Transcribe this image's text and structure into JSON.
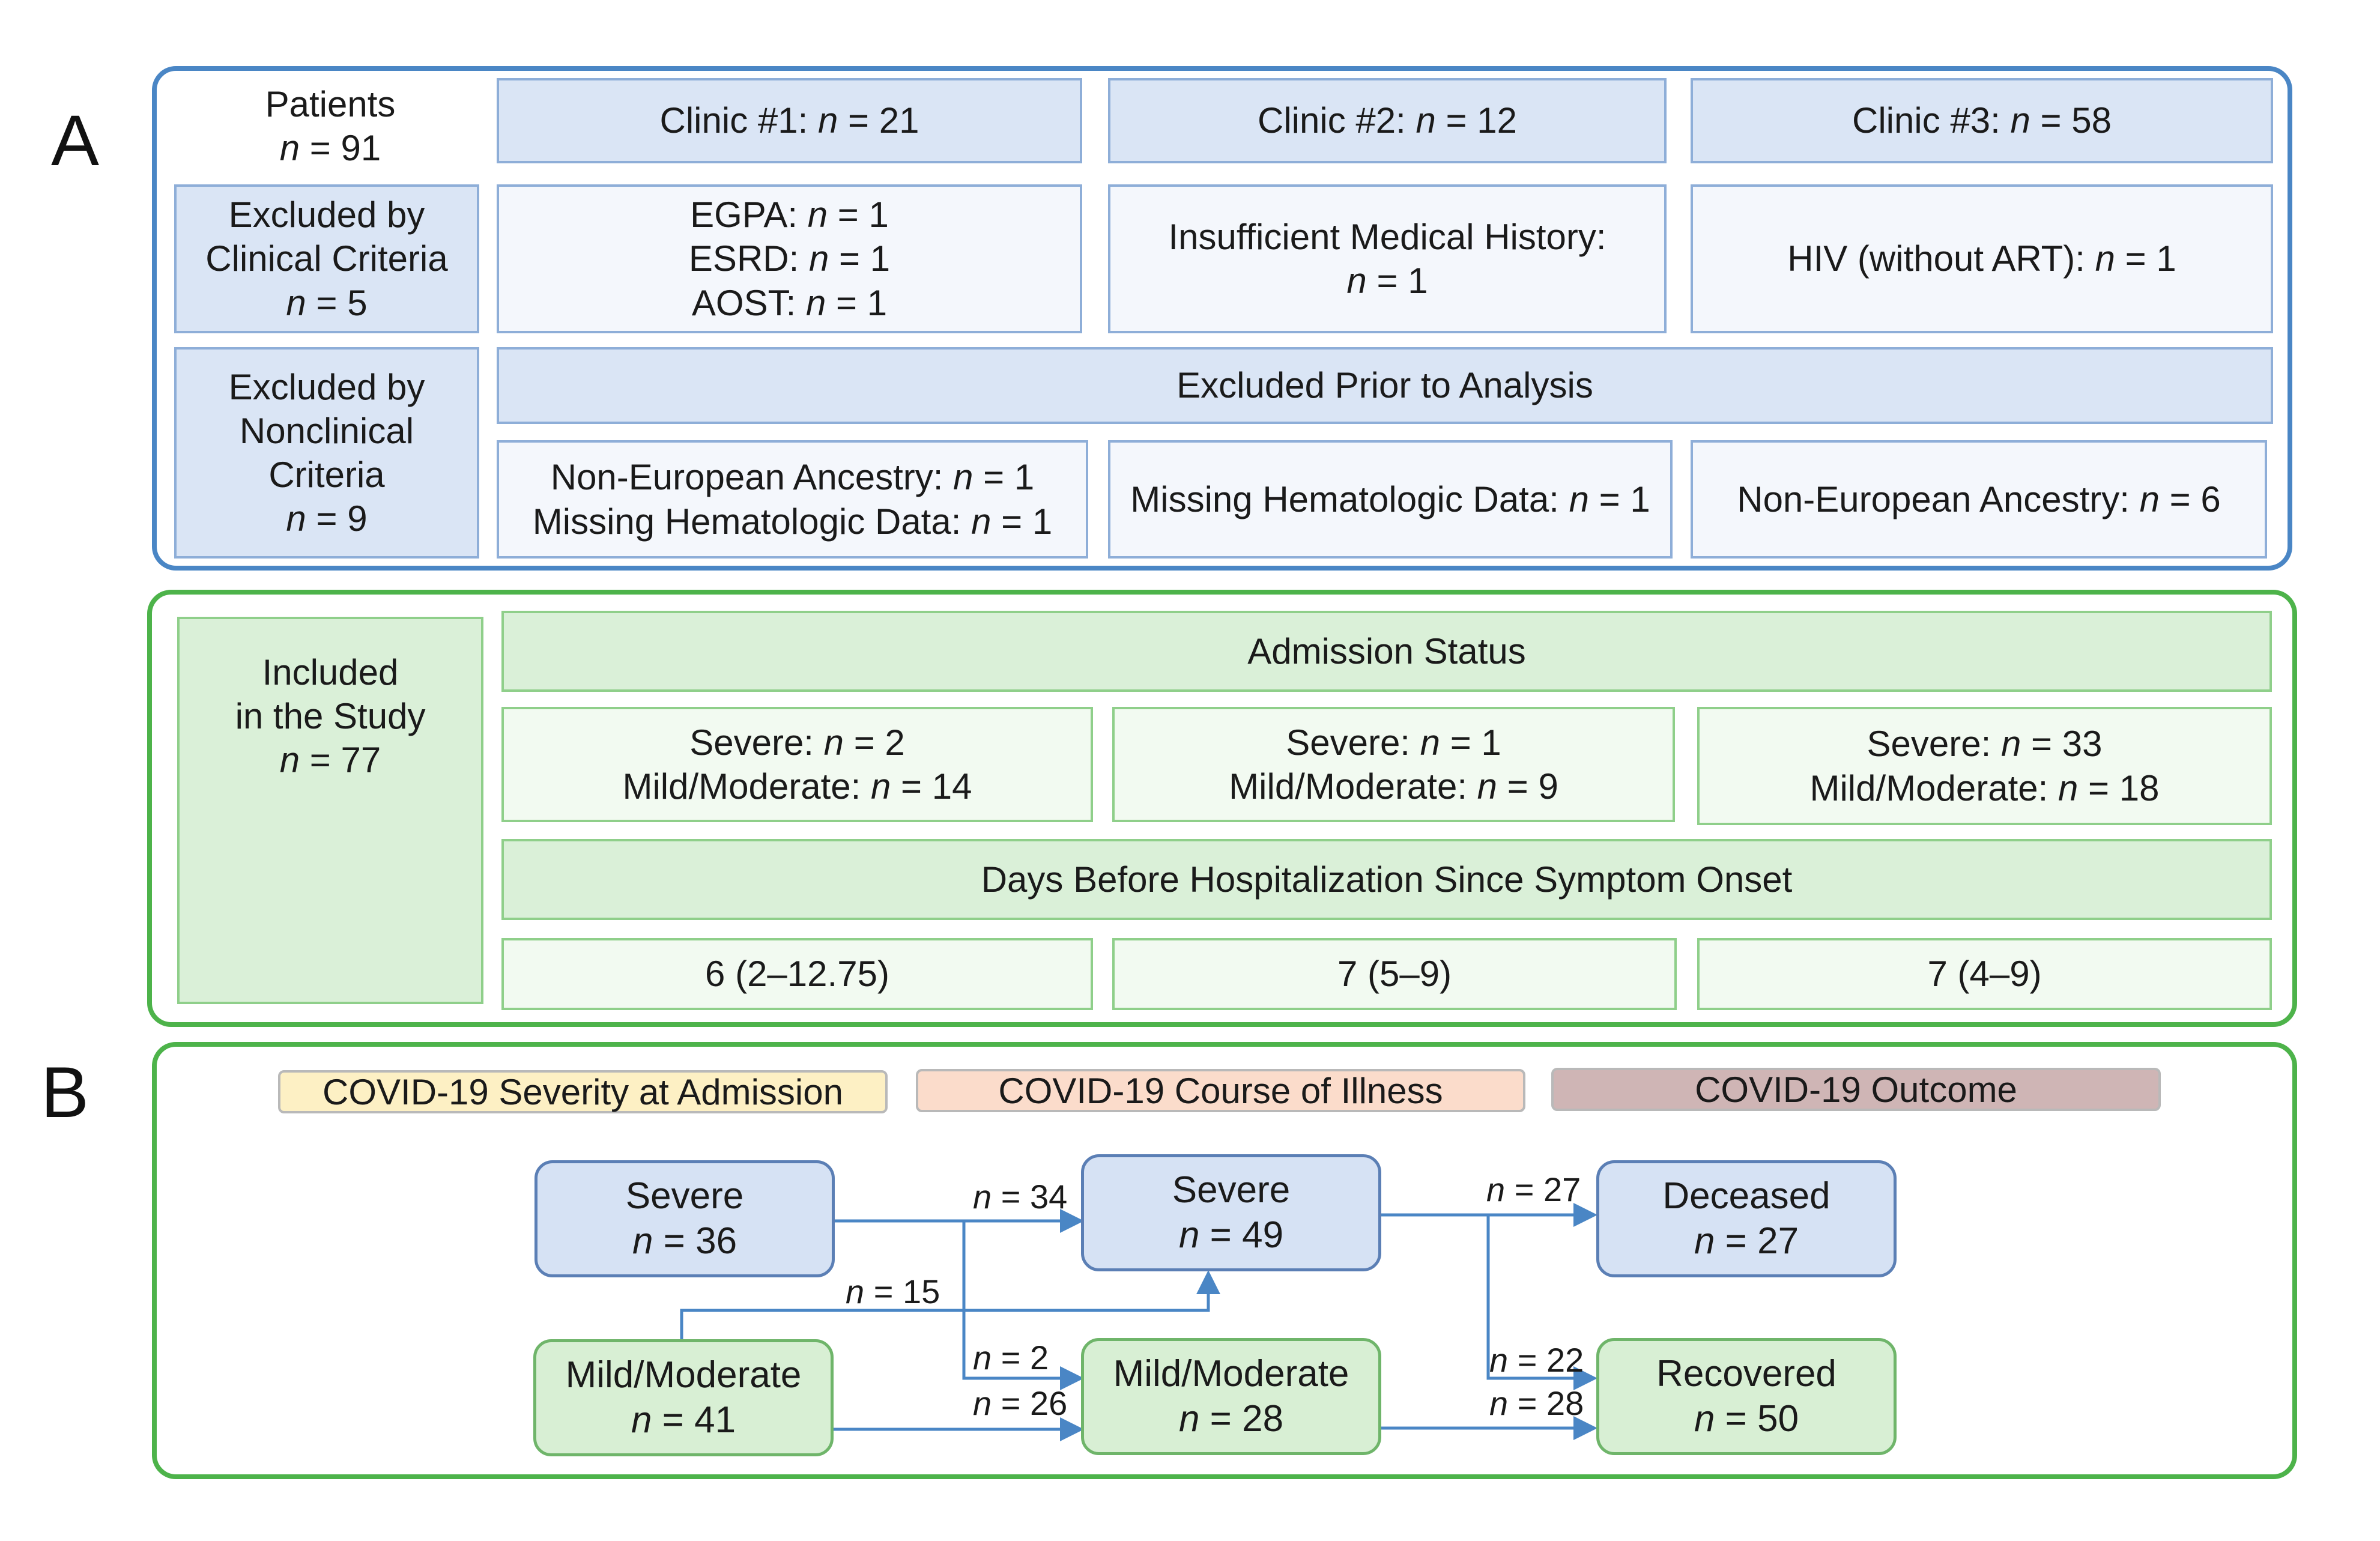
{
  "panels": {
    "a_label": "A",
    "b_label": "B"
  },
  "panel_a": {
    "patients": {
      "title": "Patients",
      "n": "91"
    },
    "clinics": [
      {
        "label": "Clinic #1:",
        "n": "21"
      },
      {
        "label": "Clinic #2:",
        "n": "12"
      },
      {
        "label": "Clinic #3:",
        "n": "58"
      }
    ],
    "excluded_clinical": {
      "line1": "Excluded by",
      "line2": "Clinical Criteria",
      "n": "5"
    },
    "clinical_reasons": {
      "clinic1": [
        {
          "label": "EGPA:",
          "n": "1"
        },
        {
          "label": "ESRD:",
          "n": "1"
        },
        {
          "label": "AOST:",
          "n": "1"
        }
      ],
      "clinic2": {
        "label": "Insufficient Medical History:",
        "n": "1"
      },
      "clinic3": {
        "label": "HIV (without ART):",
        "n": "1"
      }
    },
    "excluded_nonclinical": {
      "line1": "Excluded by",
      "line2": "Nonclinical",
      "line3": "Criteria",
      "n": "9"
    },
    "excluded_prior_header": "Excluded Prior to Analysis",
    "nonclinical_reasons": {
      "clinic1": [
        {
          "label": "Non-European Ancestry:",
          "n": "1"
        },
        {
          "label": "Missing Hematologic Data:",
          "n": "1"
        }
      ],
      "clinic2": {
        "label": "Missing Hematologic Data:",
        "n": "1"
      },
      "clinic3": {
        "label": "Non-European Ancestry:",
        "n": "6"
      }
    },
    "included": {
      "line1": "Included",
      "line2": "in the Study",
      "n": "77"
    },
    "admission_header": "Admission Status",
    "admission": [
      {
        "severe_label": "Severe:",
        "severe_n": "2",
        "mild_label": "Mild/Moderate:",
        "mild_n": "14"
      },
      {
        "severe_label": "Severe:",
        "severe_n": "1",
        "mild_label": "Mild/Moderate:",
        "mild_n": "9"
      },
      {
        "severe_label": "Severe:",
        "severe_n": "33",
        "mild_label": "Mild/Moderate:",
        "mild_n": "18"
      }
    ],
    "days_header": "Days Before Hospitalization Since Symptom Onset",
    "days": [
      "6 (2–12.75)",
      "7 (5–9)",
      "7 (4–9)"
    ]
  },
  "panel_b": {
    "legend": [
      {
        "label": "COVID-19 Severity at Admission",
        "color": "#fdf0c4"
      },
      {
        "label": "COVID-19 Course of Illness",
        "color": "#fbdccb"
      },
      {
        "label": "COVID-19 Outcome",
        "color": "#cfb5b5"
      }
    ],
    "nodes": {
      "admission_severe": {
        "label": "Severe",
        "n": "36"
      },
      "admission_mild": {
        "label": "Mild/Moderate",
        "n": "41"
      },
      "course_severe": {
        "label": "Severe",
        "n": "49"
      },
      "course_mild": {
        "label": "Mild/Moderate",
        "n": "28"
      },
      "outcome_deceased": {
        "label": "Deceased",
        "n": "27"
      },
      "outcome_recovered": {
        "label": "Recovered",
        "n": "50"
      }
    },
    "flows": {
      "severe_to_severe": "34",
      "mild_to_severe": "15",
      "severe_to_mild": "2",
      "mild_to_mild": "26",
      "severe_to_deceased": "27",
      "severe_to_recovered": "22",
      "mild_to_recovered": "28"
    },
    "n_symbol": "n",
    "eq": " = ",
    "colors": {
      "arrow": "#4a86c5",
      "blue_border": "#4a86c5",
      "green_border": "#4db34a"
    }
  }
}
